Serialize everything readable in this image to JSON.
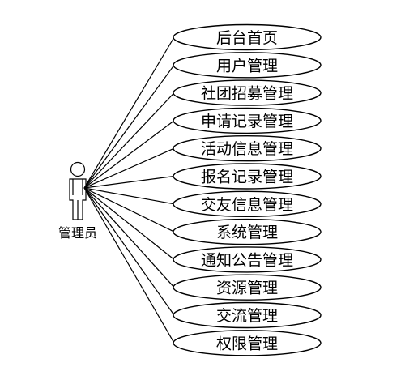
{
  "actor": {
    "label": "管理员"
  },
  "use_cases": [
    {
      "label": "后台首页"
    },
    {
      "label": "用户管理"
    },
    {
      "label": "社团招募管理"
    },
    {
      "label": "申请记录管理"
    },
    {
      "label": "活动信息管理"
    },
    {
      "label": "报名记录管理"
    },
    {
      "label": "交友信息管理"
    },
    {
      "label": "系统管理"
    },
    {
      "label": "通知公告管理"
    },
    {
      "label": "资源管理"
    },
    {
      "label": "交流管理"
    },
    {
      "label": "权限管理"
    }
  ]
}
